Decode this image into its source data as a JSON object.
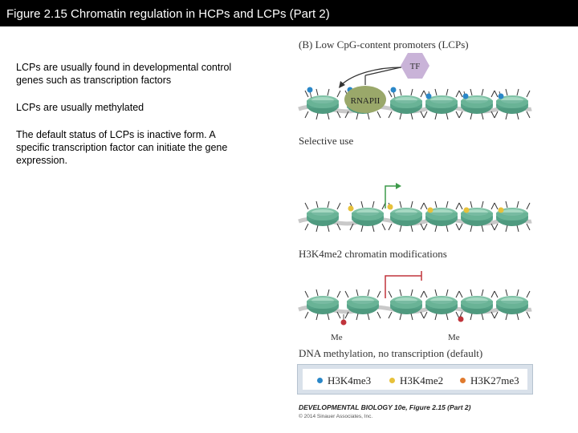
{
  "slide": {
    "title": "Figure 2.15  Chromatin regulation in HCPs and LCPs (Part 2)",
    "bullets": [
      "LCPs are usually found in developmental control genes such as transcription factors",
      "LCPs are usually methylated",
      "The default status of LCPs is inactive form. A specific transcription factor can initiate the gene expression."
    ]
  },
  "figure": {
    "panel_label": "(B)  Low CpG-content promoters (LCPs)",
    "tf_label": "TF",
    "rnapii_label": "RNAPII",
    "row1_caption": "Selective use",
    "row2_caption": "H3K4me2 chromatin modifications",
    "row3_caption": "DNA methylation, no transcription (default)",
    "me_label_left": "Me",
    "me_label_right": "Me",
    "legend": [
      {
        "label": "H3K4me3",
        "color": "#2a87c8"
      },
      {
        "label": "H3K4me2",
        "color": "#e7c13a"
      },
      {
        "label": "H3K27me3",
        "color": "#e07a2e"
      }
    ],
    "credit": "DEVELOPMENTAL BIOLOGY 10e, Figure 2.15 (Part 2)",
    "copyright": "© 2014 Sinauer Associates, Inc."
  },
  "colors": {
    "nucleosome": "#5aa88c",
    "dna_strand": "#c9c9c9",
    "tf_fill": "#c9b3d8",
    "rnapii_fill": "#9aa86a",
    "promoter_arrow_active": "#3d9a4a",
    "promoter_block": "#c0343b",
    "methyl": "#c0343b"
  }
}
